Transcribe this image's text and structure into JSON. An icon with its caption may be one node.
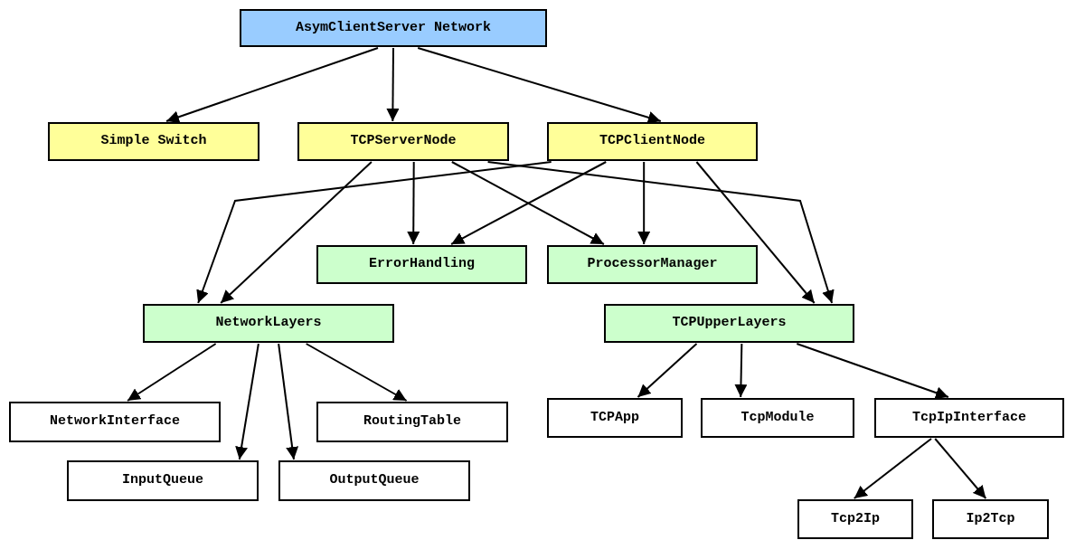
{
  "diagram": {
    "nodes": [
      {
        "text": [
          "AsymClientServer Network"
        ]
      },
      {
        "text": [
          "Simple Switch"
        ]
      },
      {
        "text": [
          "TCPServerNode"
        ]
      },
      {
        "text": [
          "TCPClientNode"
        ]
      },
      {
        "text": [
          "ErrorHandling"
        ]
      },
      {
        "text": [
          "ProcessorManager"
        ]
      },
      {
        "text": [
          "NetworkLayers"
        ]
      },
      {
        "text": [
          "TCPUpperLayers"
        ]
      },
      {
        "text": [
          "NetworkInterface"
        ]
      },
      {
        "text": [
          "RoutingTable"
        ]
      },
      {
        "text": [
          "InputQueue"
        ]
      },
      {
        "text": [
          "OutputQueue"
        ]
      },
      {
        "text": [
          "TCPApp"
        ]
      },
      {
        "text": [
          "TcpModule"
        ]
      },
      {
        "text": [
          "TcpIpInterface"
        ]
      },
      {
        "text": [
          "Tcp2Ip"
        ]
      },
      {
        "text": [
          "Ip2Tcp"
        ]
      }
    ],
    "edges": [
      {
        "from": 0,
        "to": 1,
        "arrow": "to"
      },
      {
        "from": 0,
        "to": 2,
        "arrow": "to"
      },
      {
        "from": 0,
        "to": 3,
        "arrow": "to"
      },
      {
        "from": 2,
        "to": 6,
        "arrow": "to"
      },
      {
        "from": 2,
        "to": 4,
        "arrow": "to"
      },
      {
        "from": 2,
        "to": 5,
        "arrow": "to"
      },
      {
        "from": 2,
        "to": 7,
        "arrow": "to"
      },
      {
        "from": 3,
        "to": 6,
        "arrow": "to"
      },
      {
        "from": 3,
        "to": 4,
        "arrow": "to"
      },
      {
        "from": 3,
        "to": 5,
        "arrow": "to"
      },
      {
        "from": 3,
        "to": 7,
        "arrow": "to"
      },
      {
        "from": 6,
        "to": 8,
        "arrow": "to"
      },
      {
        "from": 6,
        "to": 10,
        "arrow": "to"
      },
      {
        "from": 6,
        "to": 11,
        "arrow": "to"
      },
      {
        "from": 6,
        "to": 9,
        "arrow": "to"
      },
      {
        "from": 7,
        "to": 12,
        "arrow": "to"
      },
      {
        "from": 7,
        "to": 13,
        "arrow": "to"
      },
      {
        "from": 7,
        "to": 14,
        "arrow": "to"
      },
      {
        "from": 14,
        "to": 15,
        "arrow": "to"
      },
      {
        "from": 14,
        "to": 16,
        "arrow": "to"
      }
    ]
  }
}
